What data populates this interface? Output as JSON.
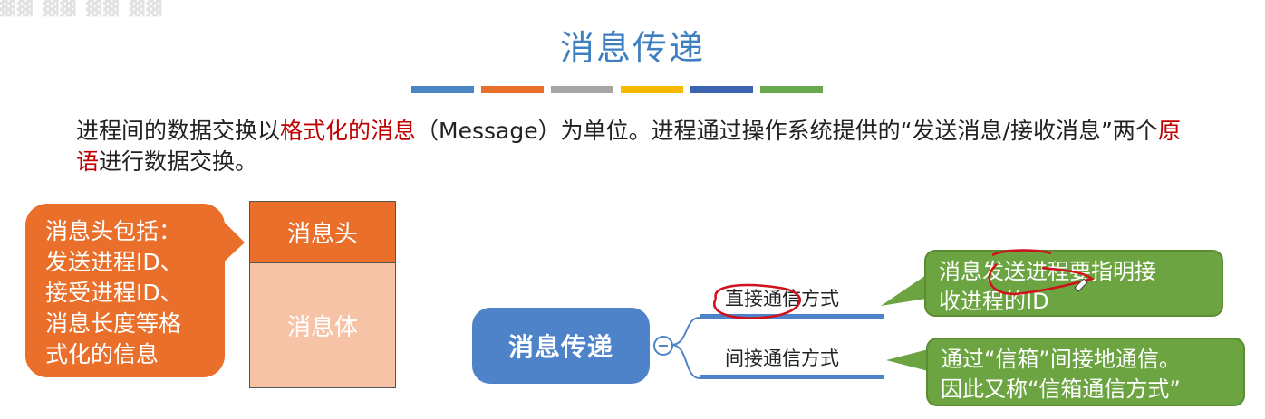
{
  "title": "消息传递",
  "accent_bars": [
    "#4a86c5",
    "#e8702a",
    "#a5a5a5",
    "#f7b900",
    "#3a63b0",
    "#6aa84f"
  ],
  "paragraph": {
    "part1": "进程间的数据交换以",
    "highlight1": "格式化的消息",
    "part2": "（Message）为单位。进程通过操作系统提供的“发送消息/接收消息”两个",
    "highlight2": "原语",
    "part3": "进行数据交换。"
  },
  "header_callout": {
    "line1": "消息头包括：",
    "line2": "发送进程ID、",
    "line3": "接受进程ID、",
    "line4": "消息长度等格",
    "line5": "式化的信息"
  },
  "message_box": {
    "header_label": "消息头",
    "body_label": "消息体"
  },
  "mindmap": {
    "central": "消息传递",
    "branch_direct": "直接通信方式",
    "branch_indirect": "间接通信方式"
  },
  "direct_callout": {
    "line1": "消息发送进程要指明接",
    "line2": "收进程的ID"
  },
  "indirect_callout": {
    "line1": "通过“信箱”间接地通信。",
    "line2": "因此又称“信箱通信方式”"
  },
  "colors": {
    "title": "#3e7fc0",
    "highlight": "#c00000",
    "orange": "#ea6f2a",
    "orange_light": "#f7c3a6",
    "blue": "#4f83c9",
    "green": "#6ba440",
    "annotation": "#d0101a"
  }
}
